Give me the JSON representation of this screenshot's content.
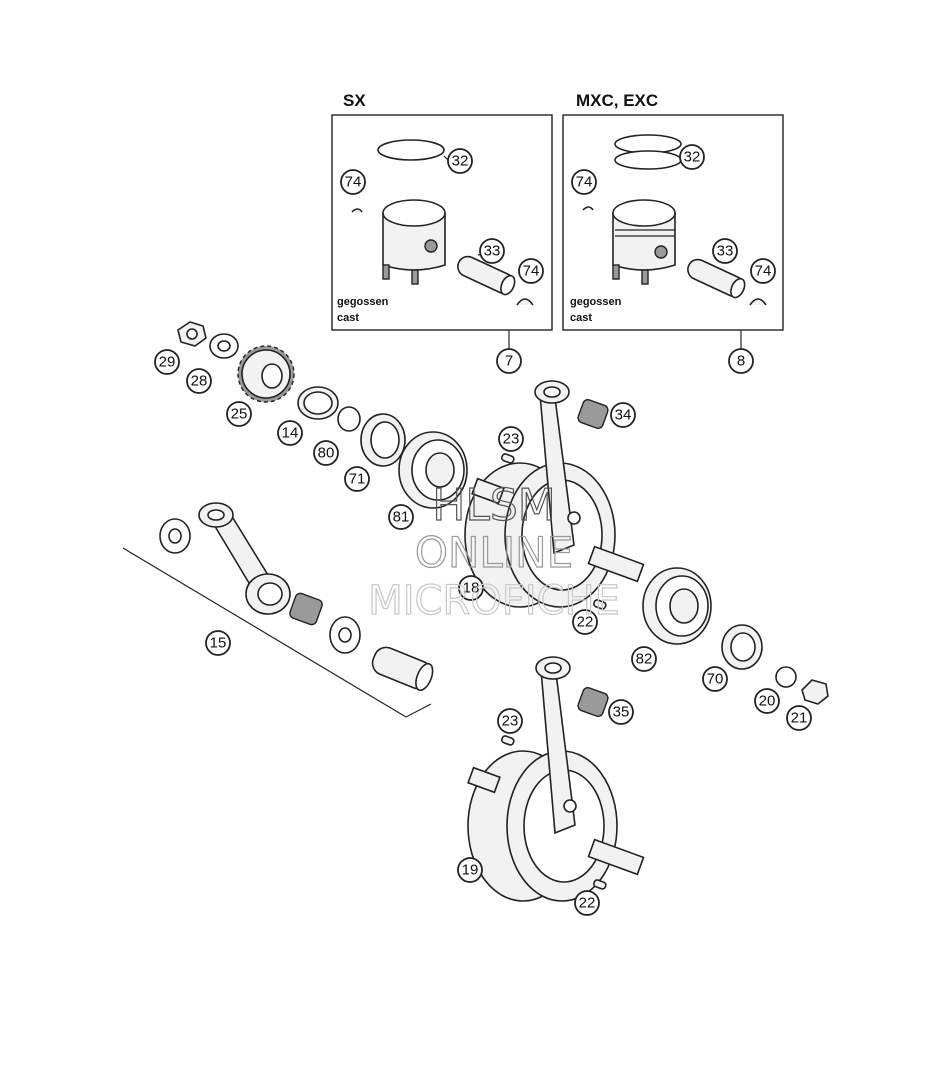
{
  "variants": [
    {
      "title": "SX",
      "cast_de": "gegossen",
      "cast_en": "cast",
      "callout": "7"
    },
    {
      "title": "MXC, EXC",
      "cast_de": "gegossen",
      "cast_en": "cast",
      "callout": "8"
    }
  ],
  "callouts": {
    "c32a": "32",
    "c74a": "74",
    "c33a": "33",
    "c74b": "74",
    "c32b": "32",
    "c74c": "74",
    "c33b": "33",
    "c74d": "74",
    "c7": "7",
    "c8": "8",
    "c29": "29",
    "c28": "28",
    "c25": "25",
    "c14": "14",
    "c80": "80",
    "c71": "71",
    "c81": "81",
    "c23a": "23",
    "c34": "34",
    "c18": "18",
    "c22a": "22",
    "c82": "82",
    "c70": "70",
    "c20": "20",
    "c21": "21",
    "c15": "15",
    "c23b": "23",
    "c35": "35",
    "c19": "19",
    "c22b": "22"
  },
  "watermark": {
    "line1": "HLSM",
    "line2": "ONLINE",
    "line3": "MICROFICHE"
  }
}
